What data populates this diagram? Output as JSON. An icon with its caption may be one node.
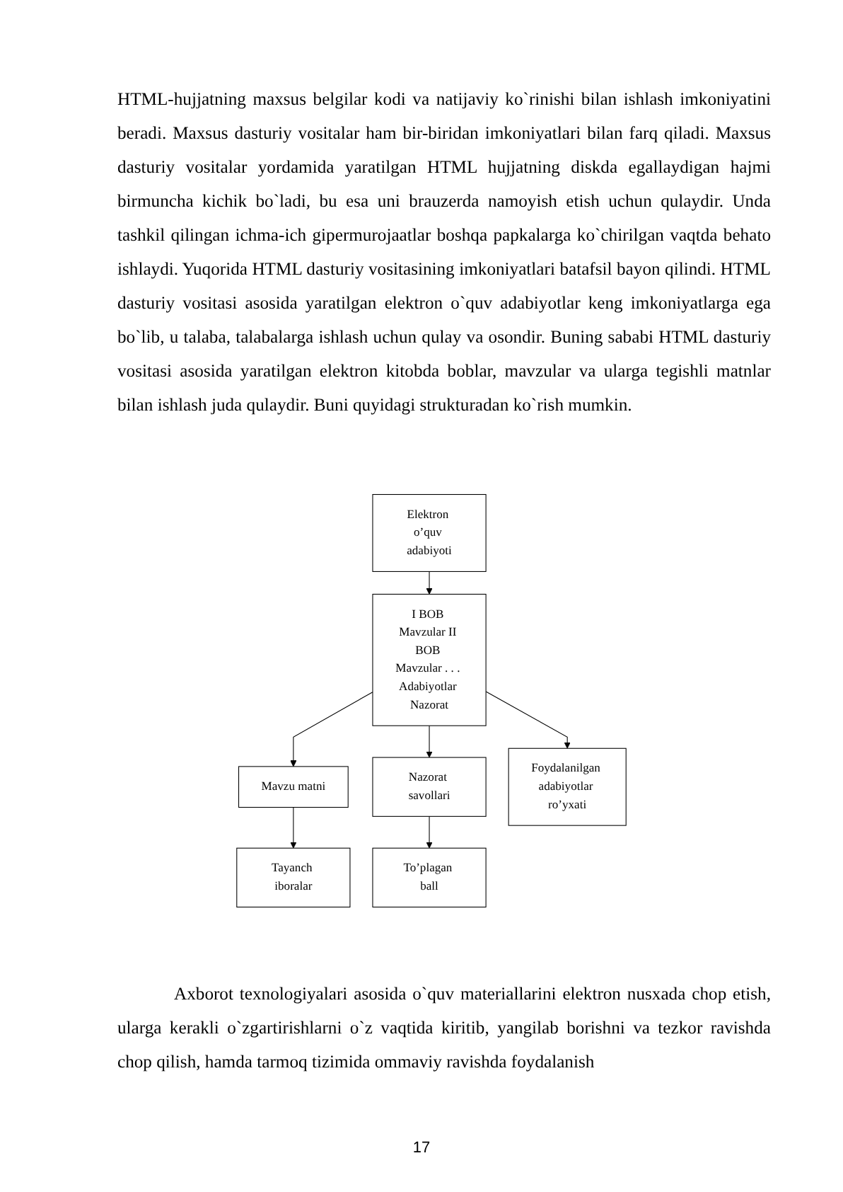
{
  "diagram": {
    "nodes": [
      {
        "text": [
          "Elektron o’quv adabiyoti"
        ]
      },
      {
        "text": [
          "I BOB Mavzular II BOB Mavzular . . . Adabiyotlar Nazorat"
        ]
      },
      {
        "text": [
          "Mavzu matni"
        ]
      },
      {
        "text": [
          "Tayanch iboralar"
        ]
      },
      {
        "text": [
          "Nazorat savollari"
        ]
      },
      {
        "text": [
          "Foydalanilgan adabiyotlar ro’yxati"
        ]
      },
      {
        "text": [
          "To’plagan ball"
        ]
      }
    ],
    "edges": [
      {
        "from": 0,
        "to": 1,
        "arrow": "to"
      },
      {
        "from": 1,
        "to": 2,
        "arrow": "to"
      },
      {
        "from": 2,
        "to": 3,
        "arrow": "to"
      },
      {
        "from": 1,
        "to": 5,
        "arrow": "to"
      },
      {
        "from": 1,
        "to": 4,
        "arrow": "to"
      },
      {
        "from": 4,
        "to": 6,
        "arrow": "to"
      }
    ],
    "labels": [
      "HTML-hujjatning maxsus belgilar kodi va natijaviy ko`rinishi bilan ishlash imkoniyatini beradi. Maxsus dasturiy vositalar ham bir-biridan imkoniyatlari bilan farq qiladi. Maxsus dasturiy vositalar yordamida yaratilgan HTML hujjatning diskda egallaydigan hajmi birmuncha kichik bo`ladi, bu esa uni brauzerda namoyish etish uchun qulaydir. Unda tashkil qilingan ichma-ich gipermurojaatlar boshqa papkalarga ko`chirilgan vaqtda behato ishlaydi. Yuqorida HTML dasturiy vositasining imkoniyatlari batafsil bayon qilindi. HTML dasturiy vositasi asosida yaratilgan elektron o`quv adabiyotlar keng imkoniyatlarga ega bo`lib, u talaba, talabalarga ishlash uchun qulay va osondir. Buning sababi HTML dasturiy vositasi asosida yaratilgan elektron kitobda boblar, mavzular va ularga tegishli matnlar bilan ishlash juda qulaydir. Buni quyidagi strukturadan ko`rish mumkin.",
      "Axborot texnologiyalari asosida o`quv materiallarini elektron nusxada chop etish, ularga kerakli o`zgartirishlarni o`z vaqtida kiritib, yangilab borishni va tezkor ravishda chop qilish, hamda tarmoq tizimida ommaviy ravishda foydalanish",
      "17"
    ]
  }
}
